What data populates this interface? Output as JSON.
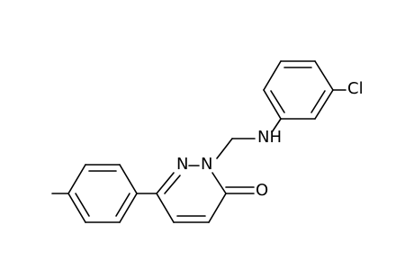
{
  "structure": {
    "atoms": {
      "n_amine": "NH",
      "cl": "Cl",
      "n_ring_left": "N",
      "n_ring_right": "N",
      "o_carbonyl": "O"
    }
  }
}
